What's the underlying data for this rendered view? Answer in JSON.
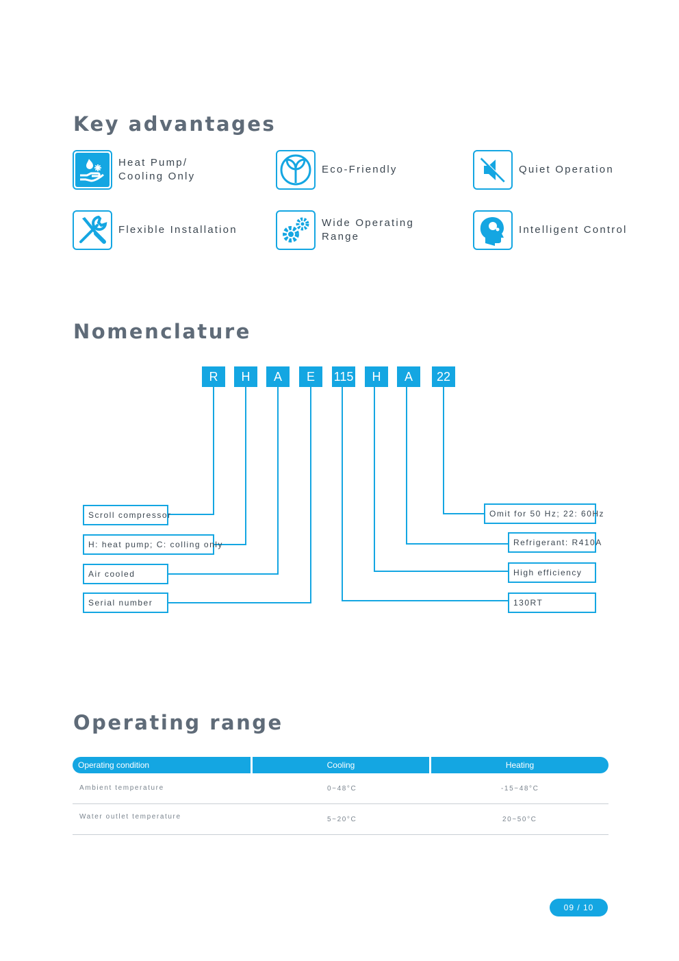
{
  "sections": {
    "key_advantages": "Key advantages",
    "nomenclature": "Nomenclature",
    "operating_range": "Operating range"
  },
  "advantages": [
    {
      "icon": "heat-pump-icon",
      "label": "Heat Pump/\nCooling Only"
    },
    {
      "icon": "eco-leaf-icon",
      "label": "Eco-Friendly"
    },
    {
      "icon": "mute-speaker-icon",
      "label": "Quiet Operation"
    },
    {
      "icon": "tools-icon",
      "label": "Flexible Installation"
    },
    {
      "icon": "gears-icon",
      "label": "Wide Operating\nRange"
    },
    {
      "icon": "head-brain-icon",
      "label": "Intelligent Control"
    }
  ],
  "nomenclature": {
    "codes": [
      "R",
      "H",
      "A",
      "E",
      "115",
      "H",
      "A",
      "22"
    ],
    "left_labels": [
      "Scroll compressor",
      "H: heat pump; C: colling only",
      "Air cooled",
      "Serial number"
    ],
    "right_labels": [
      "Omit for 50 Hz; 22: 60Hz",
      "Refrigerant: R410A",
      "High efficiency",
      "130RT"
    ]
  },
  "operating_table": {
    "headers": [
      "Operating condition",
      "Cooling",
      "Heating"
    ],
    "rows": [
      [
        "Ambient temperature",
        "0~48°C",
        "-15~48°C"
      ],
      [
        "Water outlet temperature",
        "5~20°C",
        "20~50°C"
      ]
    ]
  },
  "page_number": "09 / 10",
  "colors": {
    "accent": "#14a6e2",
    "heading": "#5f6b78"
  }
}
